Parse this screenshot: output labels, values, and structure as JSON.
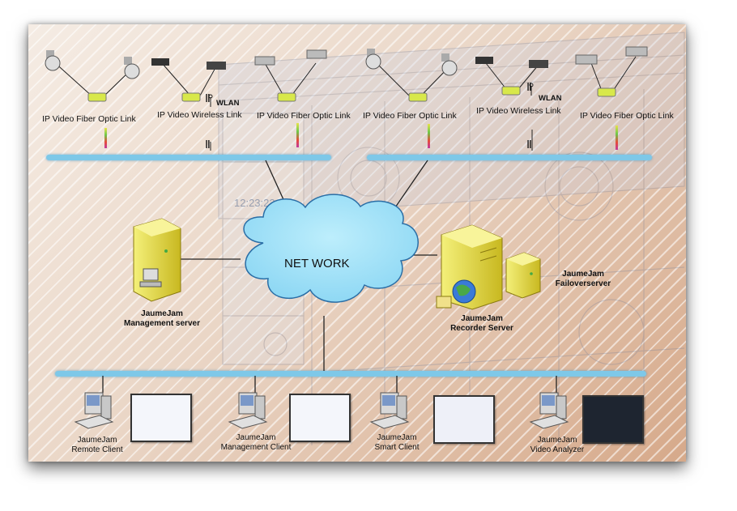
{
  "cloud": {
    "label": "NET WORK"
  },
  "links": [
    "IP Video Fiber Optic Link",
    "IP Video Wireless Link",
    "IP Video Fiber Optic Link",
    "IP Video Fiber Optic Link",
    "IP Video Wireless Link",
    "IP Video Fiber Optic Link"
  ],
  "wlan": [
    "WLAN",
    "WLAN"
  ],
  "servers": {
    "management": [
      "JaumeJam",
      "Management server"
    ],
    "recorder": [
      "JaumeJam",
      "Recorder Server"
    ],
    "failover": [
      "JaumeJam",
      "Failoverserver"
    ]
  },
  "clients": [
    [
      "JaumeJam",
      "Remote Client"
    ],
    [
      "JaumeJam",
      "Management Client"
    ],
    [
      "JaumeJam",
      "Smart Client"
    ],
    [
      "JaumeJam",
      "Video Analyzer"
    ]
  ],
  "background_app": {
    "clock": "12:23:22:09"
  },
  "colors": {
    "bus": "#7ec8e8",
    "cloud_fill": "#8fd8f4",
    "server_fill": "#e8e24a",
    "device_fill": "#d8e84a"
  }
}
